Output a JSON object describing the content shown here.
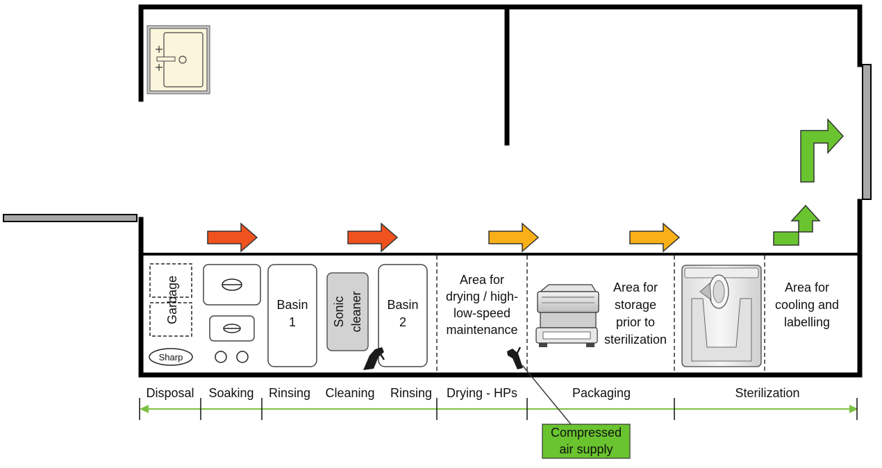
{
  "colors": {
    "wall": "#000000",
    "door": "#a8a8a8",
    "arrow_red": "#f0521e",
    "arrow_orange": "#f9b018",
    "arrow_green": "#6ac42f",
    "timeline": "#7dc142",
    "callout_fill": "#6ac42f",
    "sink_fill": "#fbf5dc",
    "sonic_fill": "#d2d2d2"
  },
  "counter": {
    "garbage": "Garbage",
    "sharp": "Sharp",
    "basin1": [
      "Basin",
      "1"
    ],
    "sonic": [
      "Sonic",
      "cleaner"
    ],
    "basin2": [
      "Basin",
      "2"
    ],
    "drying_area": [
      "Area for",
      "drying / high-",
      "low-speed",
      "maintenance"
    ],
    "storage_area": [
      "Area for",
      "storage",
      "prior to",
      "sterilization"
    ],
    "cooling_area": [
      "Area for",
      "cooling and",
      "labelling"
    ]
  },
  "flow_arrows": [
    {
      "id": "flow-arrow-1",
      "color": "arrow_red"
    },
    {
      "id": "flow-arrow-2",
      "color": "arrow_red"
    },
    {
      "id": "flow-arrow-3",
      "color": "arrow_orange"
    },
    {
      "id": "flow-arrow-4",
      "color": "arrow_orange"
    }
  ],
  "steps": [
    "Disposal",
    "Soaking",
    "Rinsing",
    "Cleaning",
    "Rinsing",
    "Drying - HPs",
    "Packaging",
    "Sterilization"
  ],
  "callout": [
    "Compressed",
    "air supply"
  ],
  "icons": [
    "sink-icon",
    "air-gun-icon",
    "sealer-machine-icon",
    "autoclave-icon"
  ]
}
